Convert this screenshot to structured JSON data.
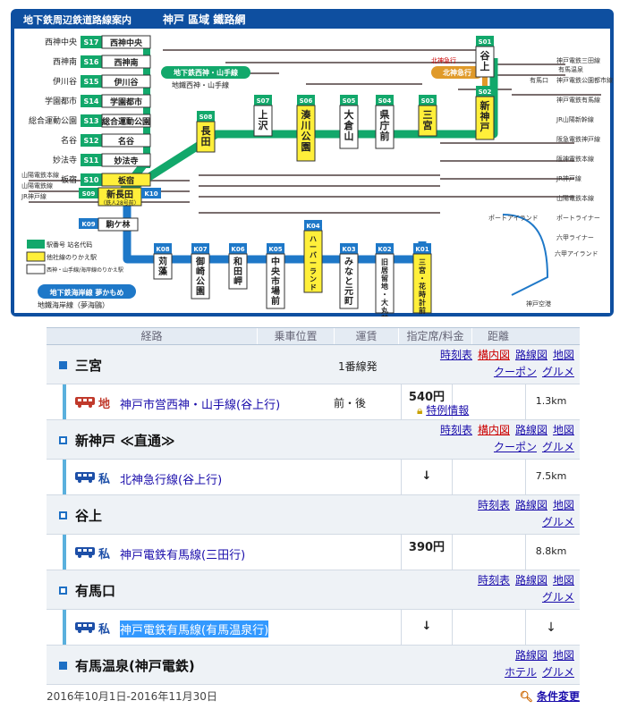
{
  "map": {
    "title": "地下鉄周辺鉄道路線案内",
    "title2": "神戸 區域 鐵路網",
    "left_stations": [
      {
        "name": "西神中央",
        "code": "S17",
        "label": "西神中央"
      },
      {
        "name": "西神南",
        "code": "S16",
        "label": "西神南"
      },
      {
        "name": "伊川谷",
        "code": "S15",
        "label": "伊川谷"
      },
      {
        "name": "学園都市",
        "code": "S14",
        "label": "学園都市"
      },
      {
        "name": "総合運動公園",
        "code": "S13",
        "label": "総合運動公園"
      },
      {
        "name": "名谷",
        "code": "S12",
        "label": "名谷"
      },
      {
        "name": "妙法寺",
        "code": "S11",
        "label": "妙法寺"
      },
      {
        "name": "板宿",
        "code": "S10",
        "label": "板宿"
      }
    ],
    "seishin_line": "地下鉄西神・山手線",
    "seishin_sub": "地鐵西神・山手線",
    "kaigan_line": "地下鉄海岸線 夢かもめ",
    "kaigan_sub": "地鐵海岸線（夢海鷗）",
    "hokushin": "北神急行",
    "hokushin_sub": "北神急行",
    "top_stations": [
      {
        "code": "S08",
        "name": "長田"
      },
      {
        "code": "S07",
        "name": "上沢"
      },
      {
        "code": "S06",
        "name": "湊川公園"
      },
      {
        "code": "S05",
        "name": "大倉山"
      },
      {
        "code": "S04",
        "name": "県庁前"
      },
      {
        "code": "S03",
        "name": "三宮"
      },
      {
        "code": "S02",
        "name": "新神戸"
      },
      {
        "code": "S01",
        "name": "谷上"
      }
    ],
    "shin_nagata": {
      "code": "S09",
      "name": "新長田",
      "kcode": "K10",
      "sub": "（鉄人28号前）"
    },
    "komagabayashi": {
      "code": "K09",
      "name": "駒ケ林"
    },
    "bottom_stations": [
      {
        "code": "K08",
        "name": "苅藻"
      },
      {
        "code": "K07",
        "name": "御崎公園"
      },
      {
        "code": "K06",
        "name": "和田岬"
      },
      {
        "code": "K05",
        "name": "中央市場前"
      },
      {
        "code": "K04",
        "name": "ハーバーランド"
      },
      {
        "code": "K03",
        "name": "みなと元町"
      },
      {
        "code": "K02",
        "name": "旧居留地・大丸前"
      },
      {
        "code": "K01",
        "name": "三宮・花時計前"
      }
    ],
    "legend_title": "駅番号 站名代码",
    "legend1": "他社線のりかえ駅",
    "legend2": "西神・山手線/海岸線のりかえ駅",
    "right_labels": [
      "神戸電鉄三田線",
      "神戸電鉄公園都市線",
      "神戸電鉄有馬線",
      "JR山陽新幹線",
      "阪急電鉄神戸線",
      "阪神電鉄本線",
      "JR神戸線",
      "山陽電鉄本線",
      "ポートライナー",
      "六甲ライナー"
    ],
    "left_labels": [
      "山陽電鉄本線",
      "山陽電鉄線",
      "JR神戸線"
    ],
    "misc_labels": [
      "有馬温泉",
      "有馬口",
      "神戸空港",
      "ポートアイランド",
      "六甲アイランド"
    ],
    "colors": {
      "seishin": "#12a86b",
      "kaigan": "#1e78c8",
      "hokushin": "#e09a2a",
      "bg": "#0e4fa0",
      "station_yellow": "#ffef3a"
    }
  },
  "route": {
    "headers": [
      "経路",
      "乗車位置",
      "運賃",
      "指定席/料金",
      "距離"
    ],
    "rows": [
      {
        "type": "station",
        "name": "三宮",
        "marker": "solid",
        "platform": "1番線発",
        "links": [
          [
            "時刻表",
            "構内図",
            "路線図",
            "地図"
          ],
          [
            "クーポン",
            "グルメ"
          ]
        ]
      },
      {
        "type": "line",
        "tag": "地",
        "line": "神戸市営西神・山手線(谷上行)",
        "position": "前・後",
        "fare": "540円",
        "extra": "特例情報",
        "dist": "1.3km",
        "tagColor": "#c0392b"
      },
      {
        "type": "station",
        "name": "新神戸 ≪直通≫",
        "marker": "hollow",
        "platform": "",
        "links": [
          [
            "時刻表",
            "構内図",
            "路線図",
            "地図"
          ],
          [
            "クーポン",
            "グルメ"
          ]
        ]
      },
      {
        "type": "line",
        "tag": "私",
        "line": "北神急行線(谷上行)",
        "position": "",
        "fare": "↓",
        "extra": "",
        "dist": "7.5km",
        "tagColor": "#1d4fa8"
      },
      {
        "type": "station",
        "name": "谷上",
        "marker": "hollow",
        "platform": "",
        "links": [
          [
            "時刻表",
            "路線図",
            "地図"
          ],
          [
            "グルメ"
          ]
        ]
      },
      {
        "type": "line",
        "tag": "私",
        "line": "神戸電鉄有馬線(三田行)",
        "position": "",
        "fare": "390円",
        "extra": "",
        "dist": "8.8km",
        "tagColor": "#1d4fa8"
      },
      {
        "type": "station",
        "name": "有馬口",
        "marker": "hollow",
        "platform": "",
        "links": [
          [
            "時刻表",
            "路線図",
            "地図"
          ],
          [
            "グルメ"
          ]
        ]
      },
      {
        "type": "line",
        "tag": "私",
        "line": "神戸電鉄有馬線(有馬温泉行)",
        "position": "",
        "fare": "↓",
        "extra": "",
        "dist": "↓",
        "tagColor": "#1d4fa8",
        "selected": true
      },
      {
        "type": "station",
        "name": "有馬温泉(神戸電鉄)",
        "marker": "solid",
        "platform": "",
        "links": [
          [
            "路線図",
            "地図"
          ],
          [
            "ホテル",
            "グルメ"
          ]
        ]
      }
    ]
  },
  "footer": {
    "period": "2016年10月1日-2016年11月30日",
    "change": "条件変更"
  }
}
